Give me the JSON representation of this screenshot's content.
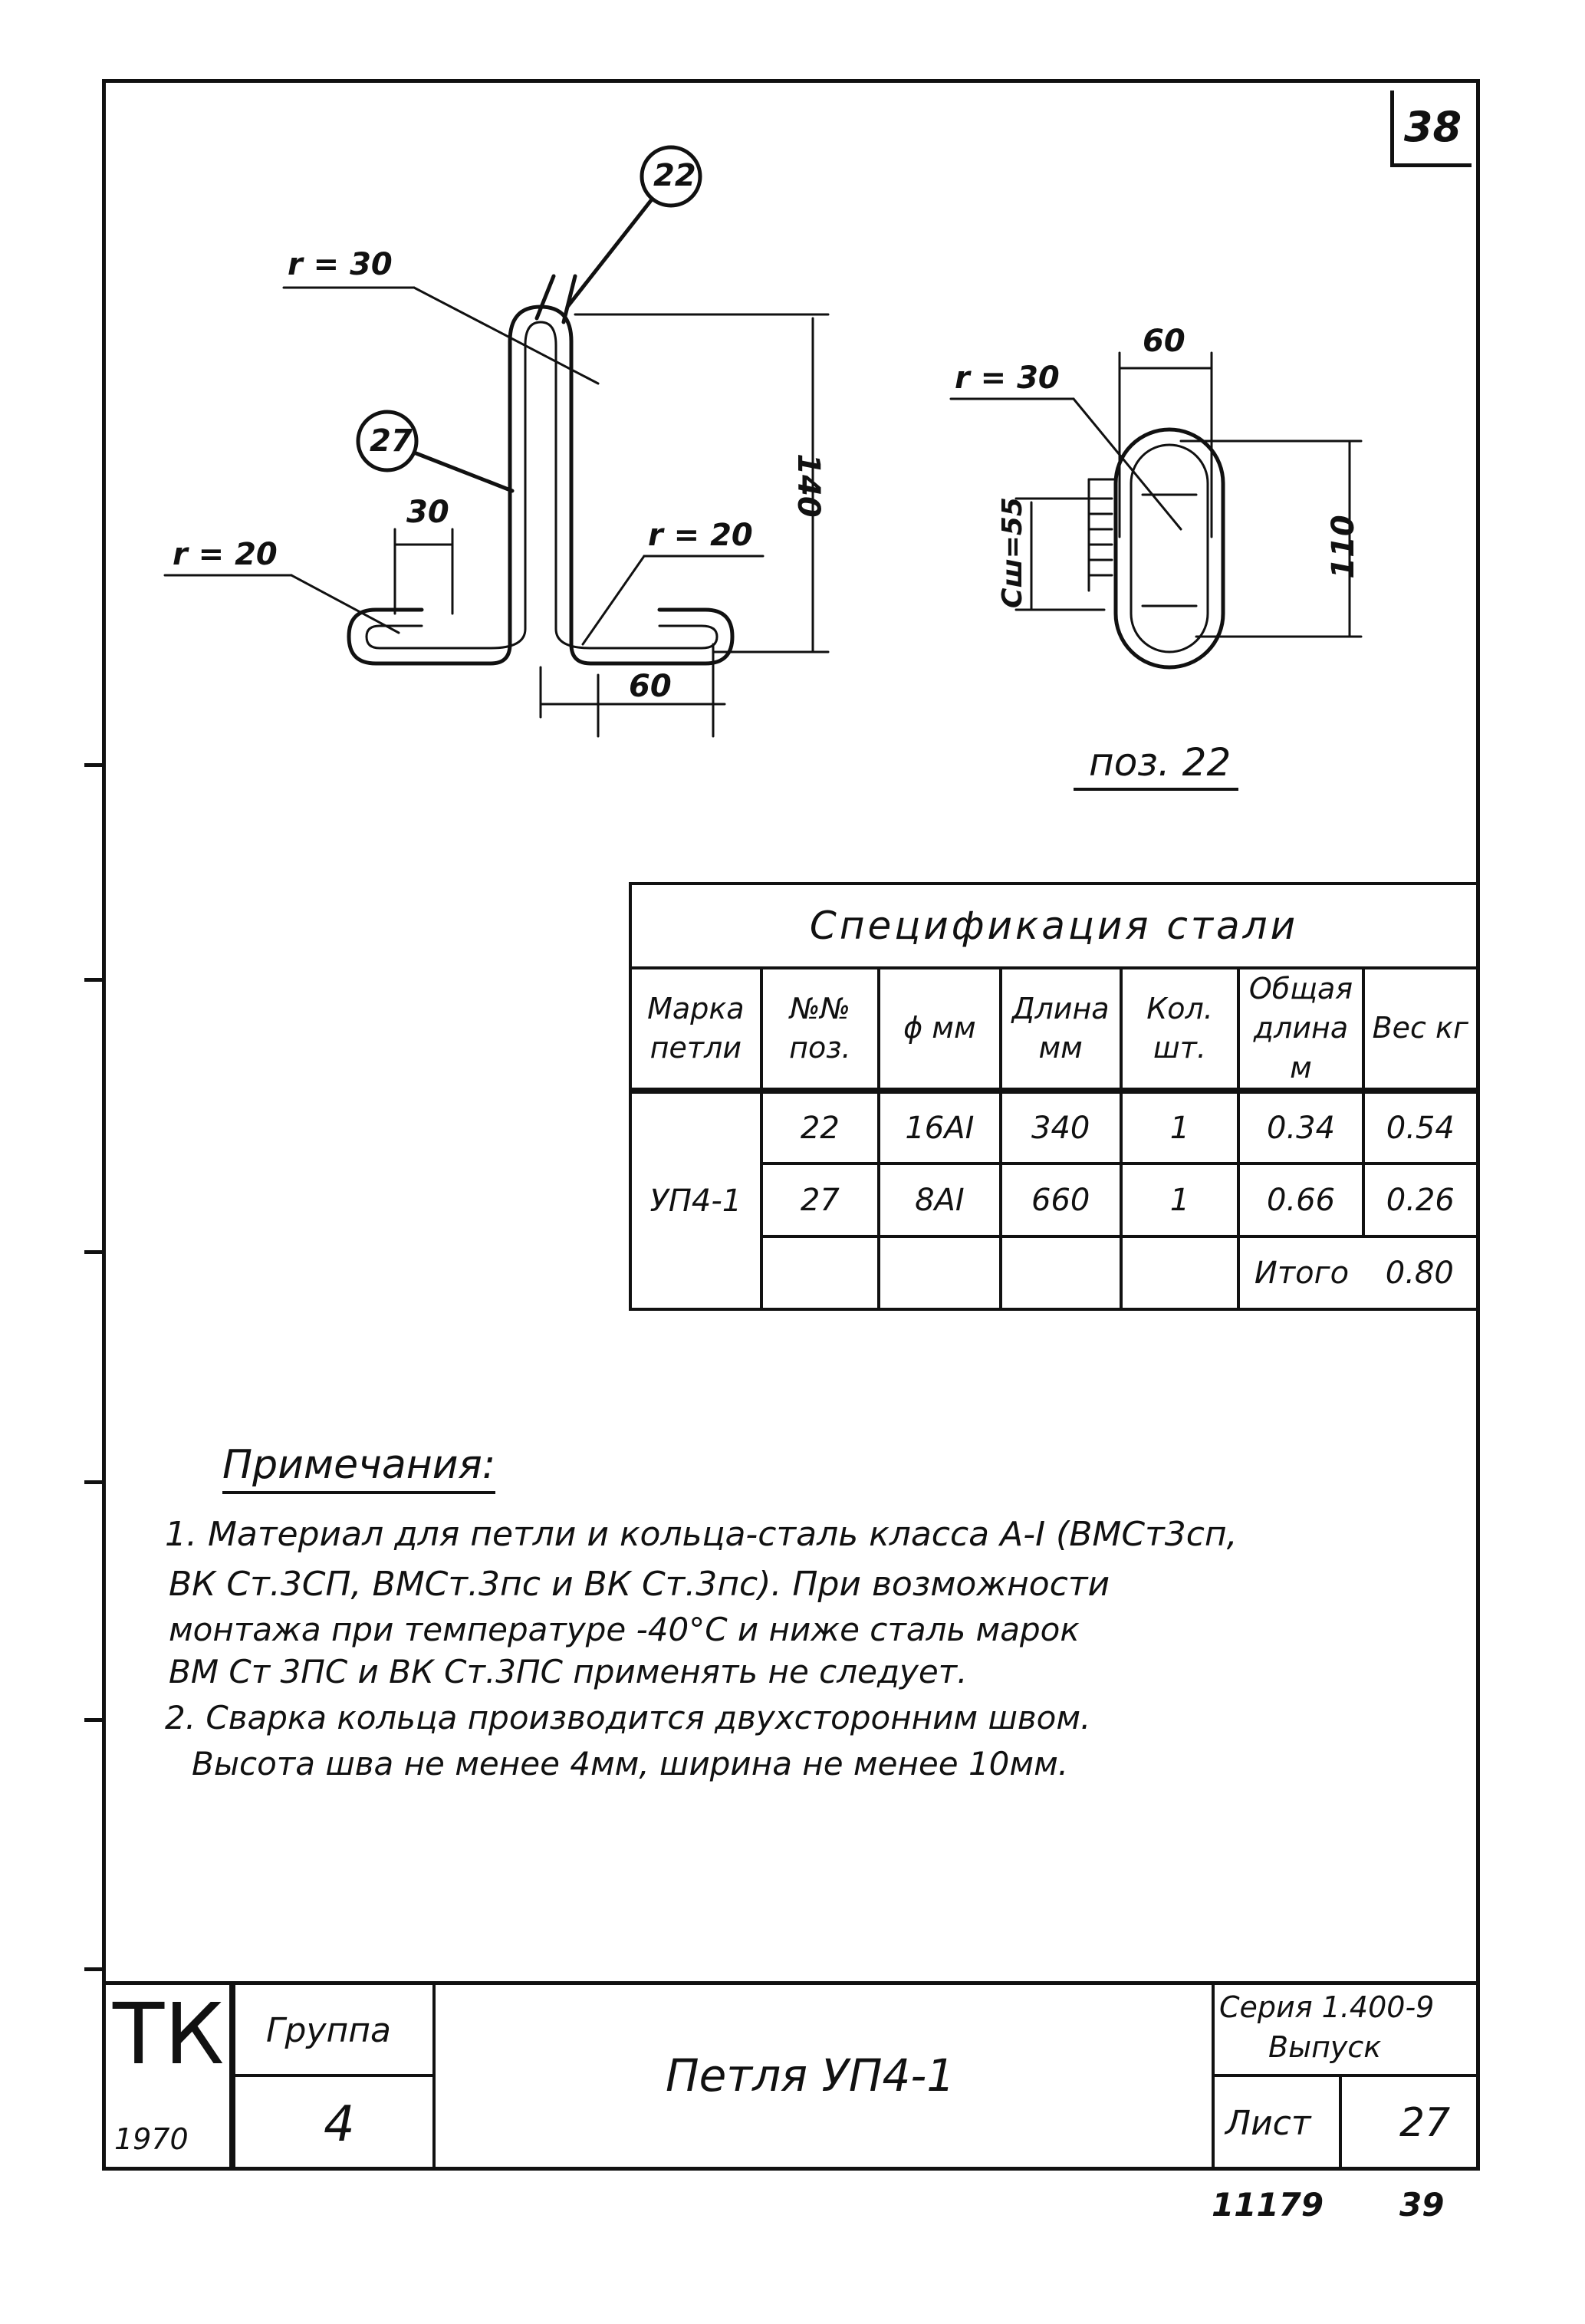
{
  "sheet_number": "38",
  "drawing": {
    "loop_labels": {
      "r30": "r = 30",
      "r20_left": "r = 20",
      "r20_right": "r = 20",
      "dim30": "30",
      "dim60": "60",
      "dim140": "140",
      "callout_22": "22",
      "callout_27": "27"
    },
    "ring_labels": {
      "r30": "r = 30",
      "dim60": "60",
      "dim110": "110",
      "weld": "Сш=55"
    },
    "ring_caption": "поз. 22"
  },
  "spec": {
    "title": "Спецификация стали",
    "headers": [
      "Марка петли",
      "№№ поз.",
      "ϕ мм",
      "Длина мм",
      "Кол. шт.",
      "Общая длина м",
      "Вес кг"
    ],
    "mark": "УП4-1",
    "rows": [
      [
        "22",
        "16АI",
        "340",
        "1",
        "0.34",
        "0.54"
      ],
      [
        "27",
        "8АI",
        "660",
        "1",
        "0.66",
        "0.26"
      ]
    ],
    "total_label": "Итого",
    "total_value": "0.80"
  },
  "notes": {
    "title": "Примечания:",
    "lines": [
      "1. Материал для петли и кольца-сталь класса А-I (ВМСт3сп,",
      "ВК Ст.3СП, ВМСт.3пс и ВК Ст.3пс). При возможности",
      "монтажа при температуре -40°С и ниже сталь марок",
      "ВМ Ст 3ПС и ВК Ст.3ПС применять не следует.",
      "2. Сварка кольца производится двухсторонним швом.",
      "Высота шва не менее 4мм, ширина не менее 10мм."
    ]
  },
  "title_block": {
    "org": "ТК",
    "year": "1970",
    "group_label": "Группа",
    "group_value": "4",
    "name": "Петля УП4-1",
    "series": "Серия 1.400-9",
    "issue": "Выпуск",
    "sheet_label": "Лист",
    "sheet_value": "27"
  },
  "footer": {
    "code": "11179",
    "page": "39"
  }
}
